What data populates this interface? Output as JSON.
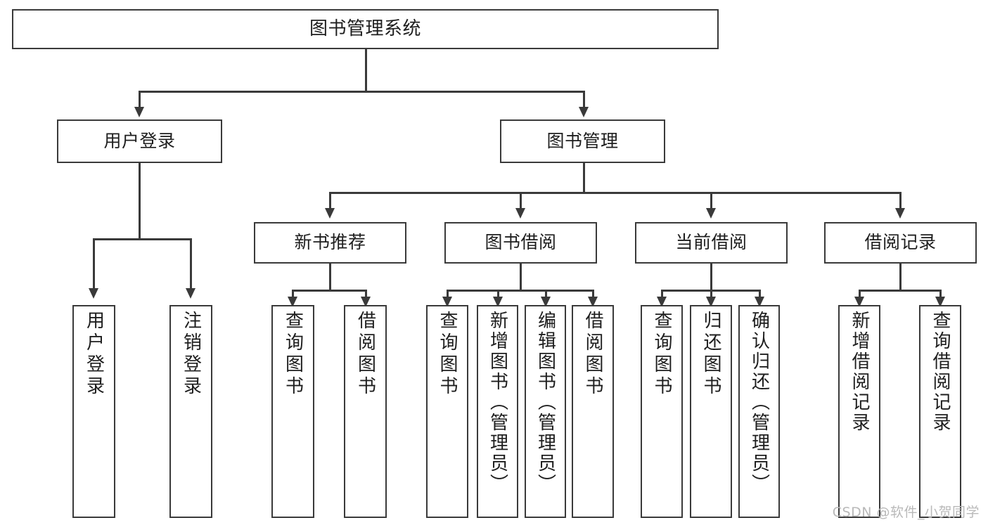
{
  "diagram": {
    "title": "图书管理系统",
    "type": "tree-hierarchy-diagram",
    "colors": {
      "box_border": "#3a3a3a",
      "box_fill": "#ffffff",
      "text": "#1e1e1e",
      "connector": "#3a3a3a",
      "watermark": "#b9b9b9",
      "background": "#ffffff"
    },
    "root": {
      "label": "图书管理系统"
    },
    "level2": [
      {
        "label": "用户登录"
      },
      {
        "label": "图书管理"
      }
    ],
    "level3": [
      {
        "label": "新书推荐"
      },
      {
        "label": "图书借阅"
      },
      {
        "label": "当前借阅"
      },
      {
        "label": "借阅记录"
      }
    ],
    "leaves": {
      "user_login": [
        {
          "label": "用户登录"
        },
        {
          "label": "注销登录"
        }
      ],
      "new_book_recommend": [
        {
          "label": "查询图书"
        },
        {
          "label": "借阅图书"
        }
      ],
      "book_borrow": [
        {
          "label": "查询图书"
        },
        {
          "label": "新增图书（管理员）"
        },
        {
          "label": "编辑图书（管理员）"
        },
        {
          "label": "借阅图书"
        }
      ],
      "current_borrow": [
        {
          "label": "查询图书"
        },
        {
          "label": "归还图书"
        },
        {
          "label": "确认归还（管理员）"
        }
      ],
      "borrow_record": [
        {
          "label": "新增借阅记录"
        },
        {
          "label": "查询借阅记录"
        }
      ]
    }
  },
  "watermark": {
    "text": "CSDN @软件_小贺同学"
  }
}
